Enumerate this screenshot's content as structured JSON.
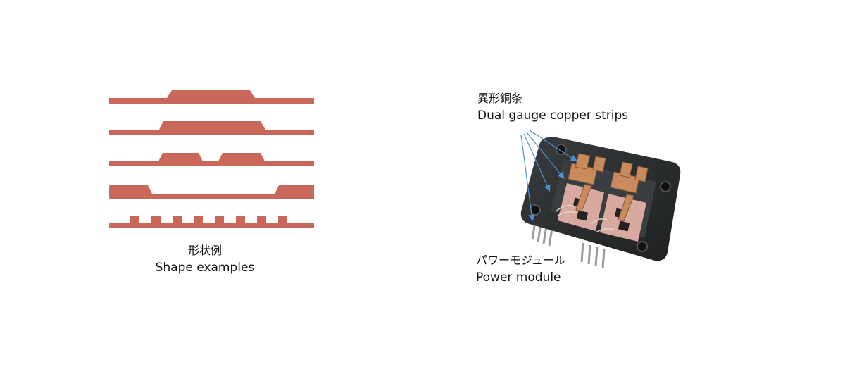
{
  "colors": {
    "copper": "#c9675a",
    "arrow": "#4f8fce",
    "module_body": "#2b2d2e",
    "substrate": "#d8a9a0",
    "strip": "#c98a5e"
  },
  "shape_examples": {
    "label_jp": "形状例",
    "label_en": "Shape examples"
  },
  "module": {
    "strip_label_jp": "異形銅条",
    "strip_label_en": "Dual gauge copper strips",
    "module_label_jp": "パワーモジュール",
    "module_label_en": "Power module"
  }
}
